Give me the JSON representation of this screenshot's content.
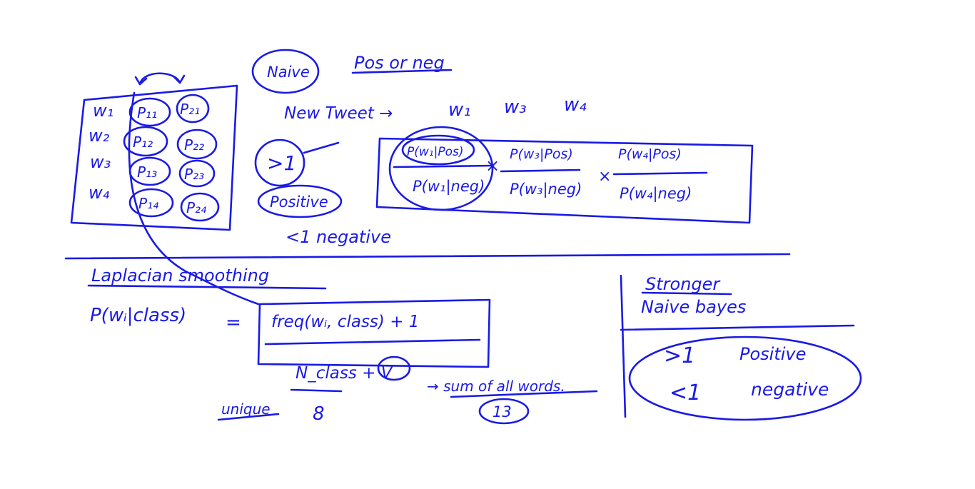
{
  "ink_color": "#1a1ae6",
  "background": "#ffffff",
  "labels": {
    "naive": "Naive",
    "pos_or_neg": "Pos or neg",
    "new_tweet": "New Tweet →",
    "w1": "w₁",
    "w3": "w₃",
    "w4": "w₄",
    "gt1": ">1",
    "positive": "Positive",
    "lt1_negative": "<1 negative",
    "laplacian_smoothing": "Laplacian smoothing",
    "stronger": "Stronger",
    "naive_bayes": "Naive bayes",
    "unique": "unique",
    "eight": "8",
    "sum_all_words": "→ sum of all words.",
    "thirteen": "13",
    "times": "×"
  },
  "table": {
    "rows": [
      {
        "word": "w₁",
        "p1": "P₁₁",
        "p2": "P₂₁"
      },
      {
        "word": "w₂",
        "p1": "P₁₂",
        "p2": "P₂₂"
      },
      {
        "word": "w₃",
        "p1": "P₁₃",
        "p2": "P₂₃"
      },
      {
        "word": "w₄",
        "p1": "P₁₄",
        "p2": "P₂₄"
      }
    ]
  },
  "ratio": {
    "t1_num": "P(w₁|Pos)",
    "t1_den": "P(w₁|neg)",
    "t2_num": "P(w₃|Pos)",
    "t2_den": "P(w₃|neg)",
    "t3_num": "P(w₄|Pos)",
    "t3_den": "P(w₄|neg)"
  },
  "laplace": {
    "lhs": "P(wᵢ|class)",
    "equals": "=",
    "numerator": "freq(wᵢ, class) + 1",
    "denominator": "N_class + V"
  },
  "stronger_box": {
    "gt1": ">1",
    "positive": "Positive",
    "lt1": "<1",
    "negative": "negative"
  }
}
